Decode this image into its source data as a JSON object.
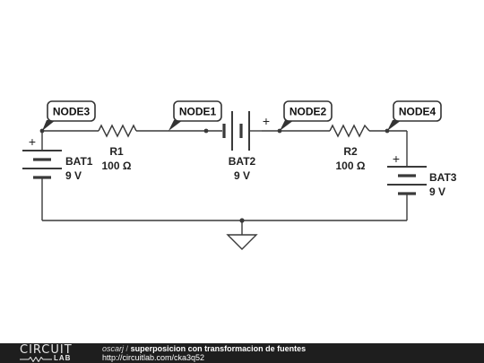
{
  "nodes": {
    "n3": "NODE3",
    "n1": "NODE1",
    "n2": "NODE2",
    "n4": "NODE4"
  },
  "components": {
    "r1": {
      "name": "R1",
      "value": "100 Ω"
    },
    "r2": {
      "name": "R2",
      "value": "100 Ω"
    },
    "bat1": {
      "name": "BAT1",
      "value": "9 V"
    },
    "bat2": {
      "name": "BAT2",
      "value": "9 V"
    },
    "bat3": {
      "name": "BAT3",
      "value": "9 V"
    }
  },
  "polarity": {
    "plus": "+"
  },
  "footer": {
    "logo_top": "CIRCUIT",
    "logo_bottom": "LAB",
    "author": "oscarj",
    "separator": "/",
    "title": "superposicion con transformacion de fuentes",
    "url": "http://circuitlab.com/cka3q52"
  },
  "colors": {
    "wire": "#3a3a3a",
    "footer_bg": "#1e1e1e",
    "text": "#222222"
  }
}
